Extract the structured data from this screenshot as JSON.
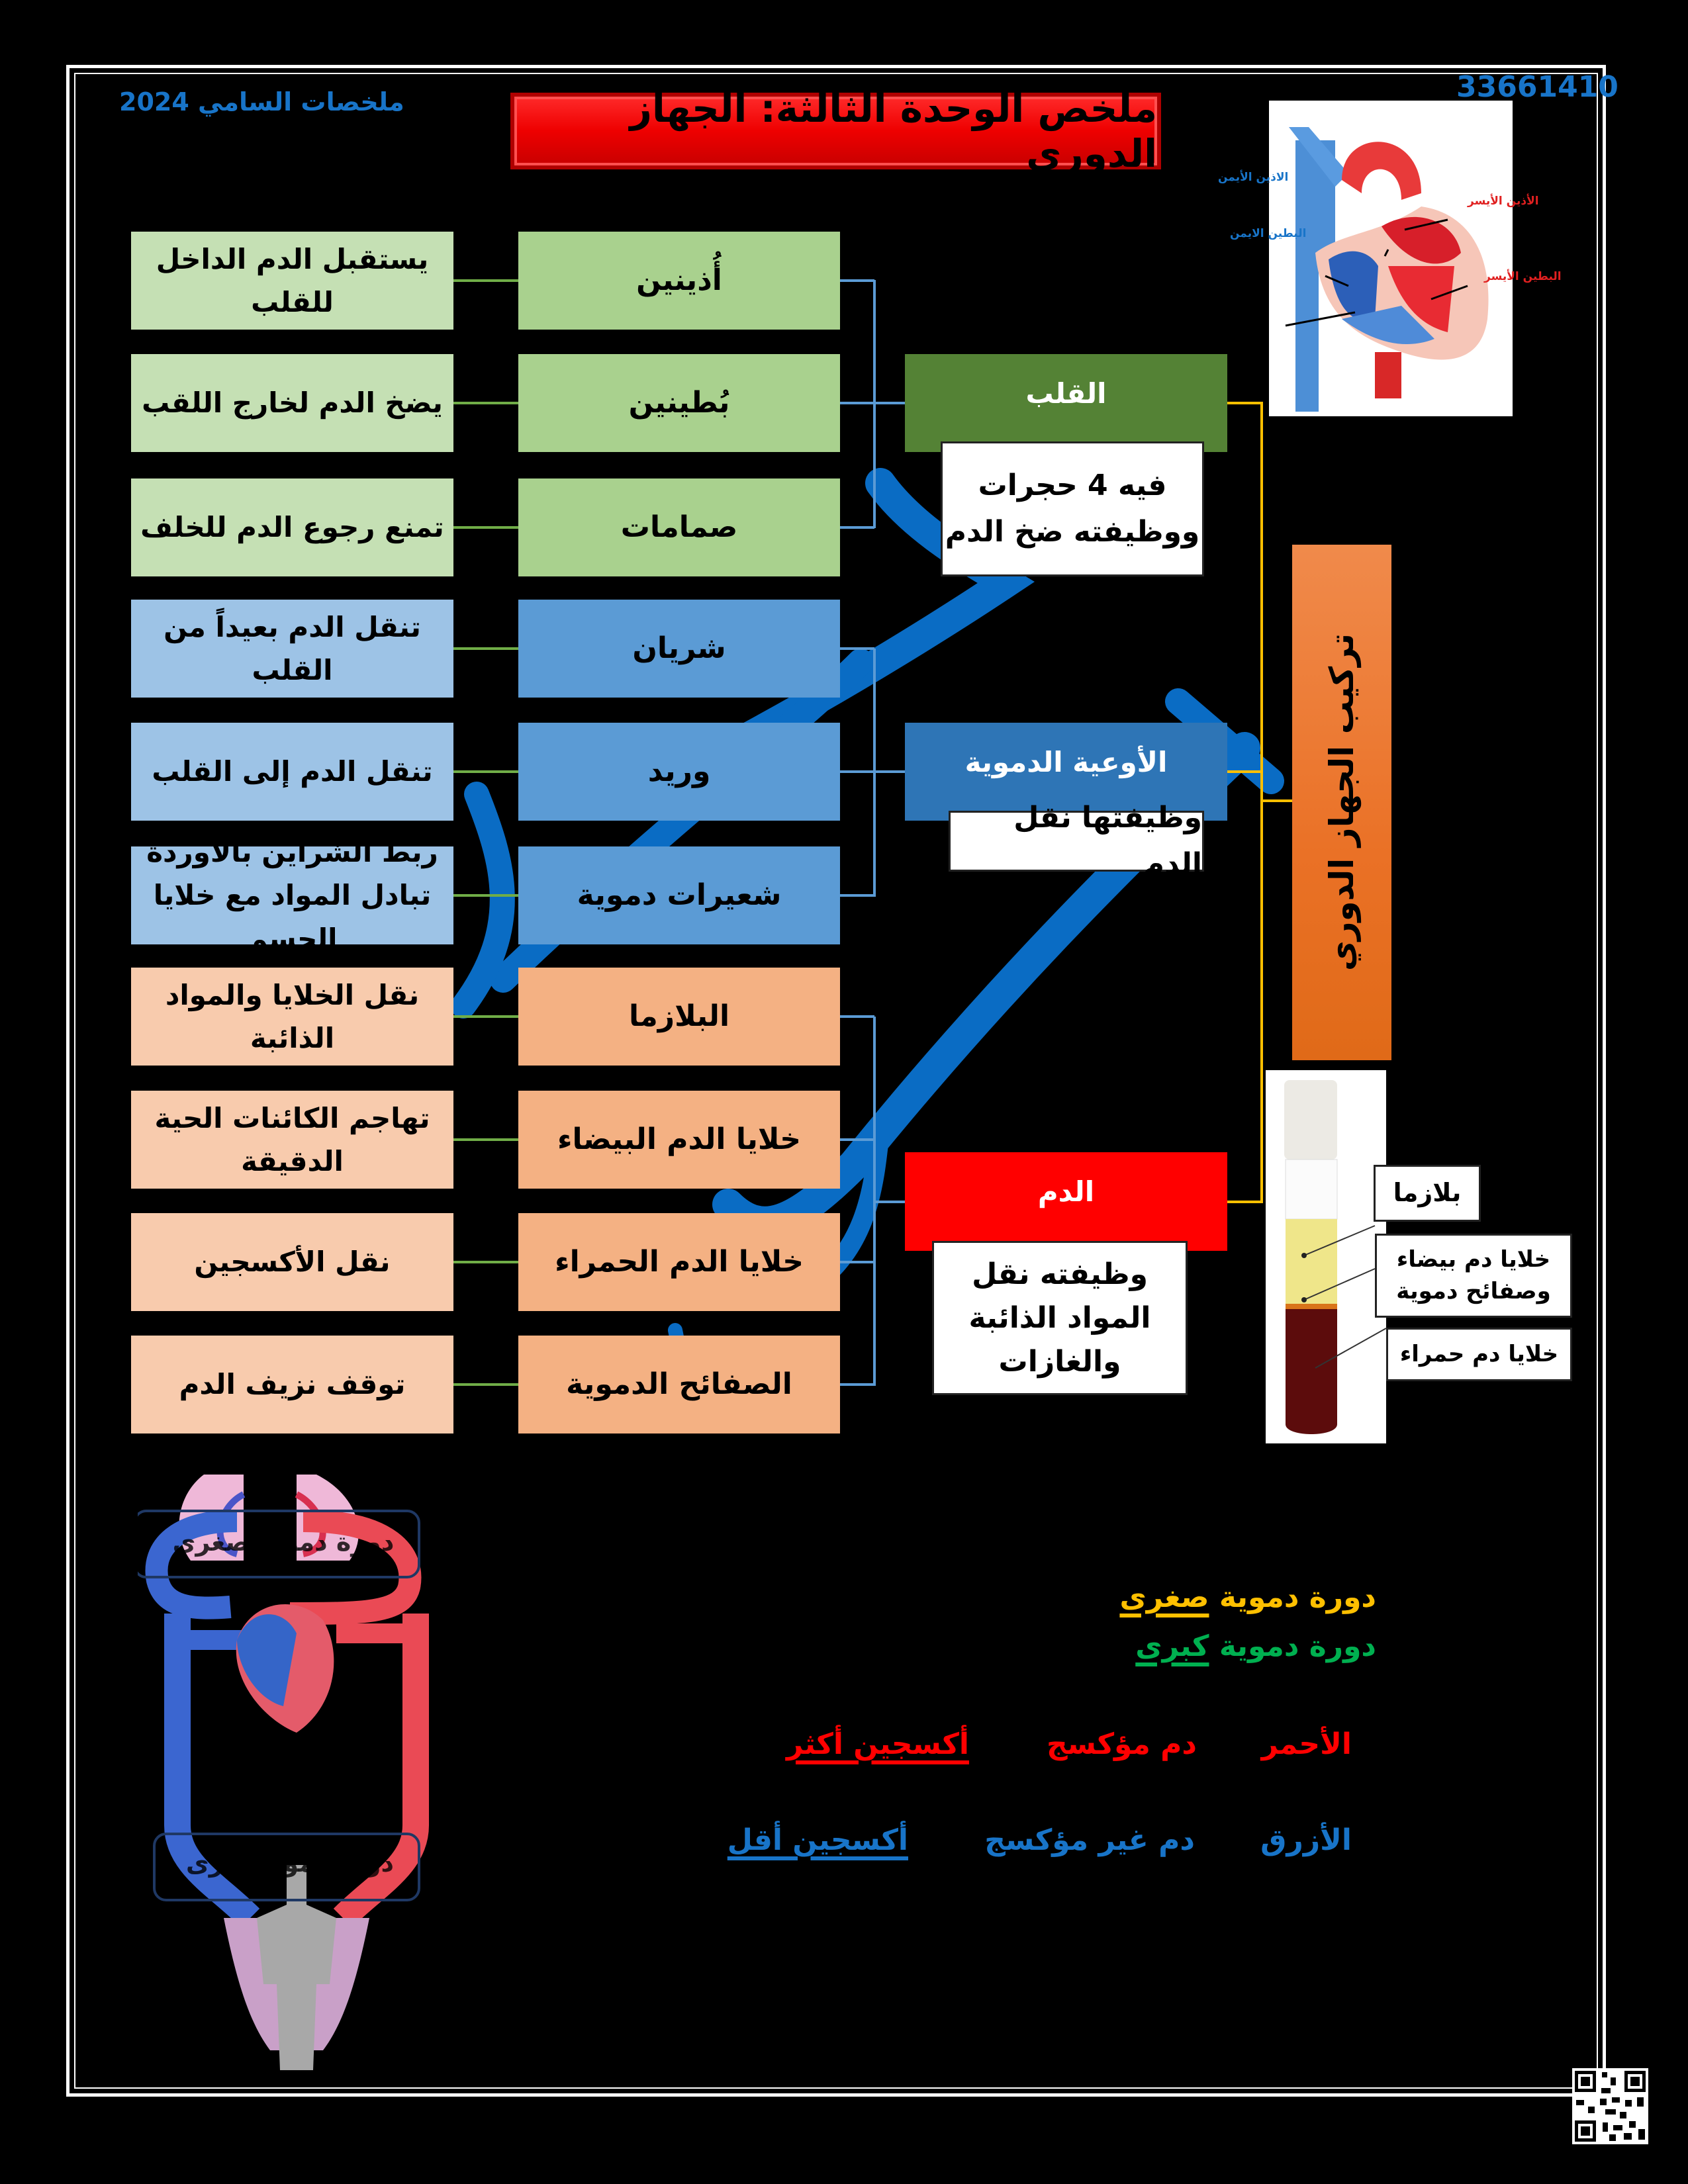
{
  "header": {
    "brand": "ملخصات السامي 2024",
    "code": "33661410",
    "title": "ملخص الوحدة الثالثة: الجهاز الدوري"
  },
  "rows": [
    {
      "part": "أُذينين",
      "function": "يستقبل الدم الداخل للقلب",
      "group": "heart"
    },
    {
      "part": "بُطينين",
      "function": "يضخ الدم لخارج اللقب",
      "group": "heart"
    },
    {
      "part": "صمامات",
      "function": "تمنع رجوع الدم للخلف",
      "group": "heart"
    },
    {
      "part": "شريان",
      "function": "تنقل الدم بعيداً من القلب",
      "group": "vessels"
    },
    {
      "part": "وريد",
      "function": "تنقل الدم إلى القلب",
      "group": "vessels"
    },
    {
      "part": "شعيرات دموية",
      "function": "ربط الشراين بالاوردة تبادل المواد مع خلايا الجسم",
      "function_lines": [
        "ربط الشراين بالاوردة",
        "تبادل المواد مع خلايا الجسم"
      ],
      "group": "vessels"
    },
    {
      "part": "البلازما",
      "function": "نقل الخلايا والمواد الذائبة",
      "group": "blood"
    },
    {
      "part": "خلايا الدم البيضاء",
      "function": "تهاجم الكائنات الحية الدقيقة",
      "group": "blood"
    },
    {
      "part": "خلايا الدم الحمراء",
      "function": "نقل الأكسجين",
      "group": "blood"
    },
    {
      "part": "الصفائح الدموية",
      "function": "توقف نزيف الدم",
      "group": "blood"
    }
  ],
  "categories": {
    "heart": {
      "label": "القلب",
      "desc": [
        "فيه 4 حجرات",
        "ووظيفته ضخ الدم"
      ],
      "color": "#548235"
    },
    "vessels": {
      "label": "الأوعية الدموية",
      "desc": [
        "وظيفتها نقل الدم"
      ],
      "color": "#2e75b6"
    },
    "blood": {
      "label": "الدم",
      "desc": [
        "وظيفته نقل",
        "المواد الذائبة",
        "والغازات"
      ],
      "color": "#ff0000"
    }
  },
  "side_title": "تركيب الجهاز الدوري",
  "heart_diagram": {
    "left_atrium": "الأذين الأيسر",
    "left_ventricle": "البطين الأيسر",
    "right_atrium": "الاذين الأيمن",
    "right_ventricle": "البطين الايمن"
  },
  "test_tube": {
    "plasma": "بلازما",
    "wbc_platelets": [
      "خلايا دم بيضاء",
      "وصفائح دموية"
    ],
    "rbc": "خلايا دم حمراء"
  },
  "circulation_diagram": {
    "pulmonary": "دورة دموية صغرى",
    "systemic": "دورة دموية كبرى"
  },
  "legend": {
    "pulmonary": {
      "prefix": "دورة دموية",
      "word": "صغرى",
      "color": "#ffc000"
    },
    "systemic": {
      "prefix": "دورة دموية",
      "word": "كبرى",
      "color": "#00b050"
    },
    "red": {
      "color_name": "الأحمر",
      "meaning": "دم مؤكسج",
      "oxygen": "أكسجين أكثر",
      "color": "#ff0000"
    },
    "blue": {
      "color_name": "الأزرق",
      "meaning": "دم غير مؤكسج",
      "oxygen": "أكسجين أقل",
      "color": "#1874c8"
    }
  }
}
